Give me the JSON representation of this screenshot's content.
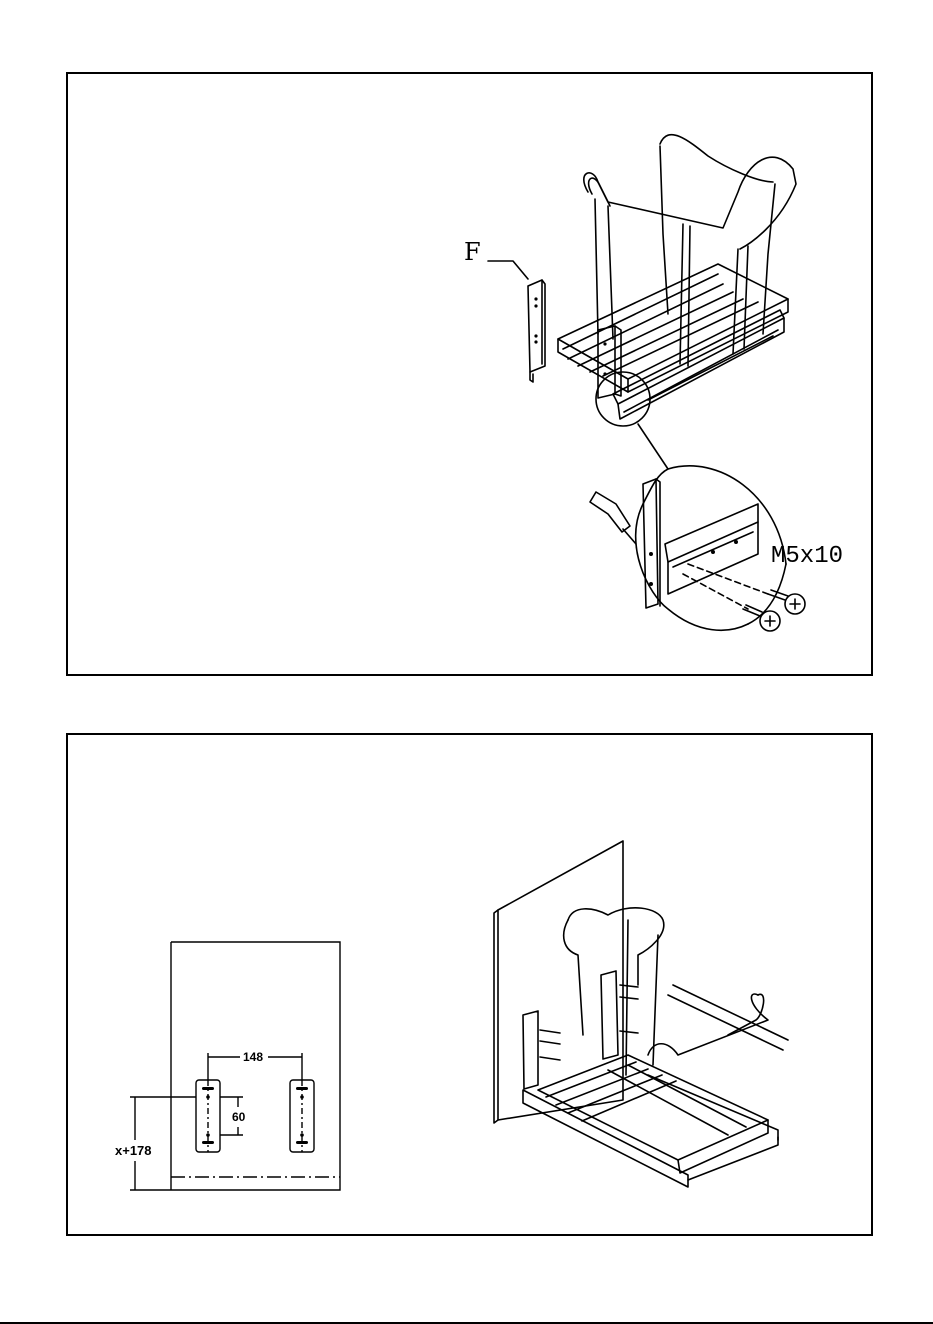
{
  "step1": {
    "part_label": "F",
    "screw_label": "M5x10"
  },
  "step2": {
    "dimension_width": "148",
    "dimension_spacing": "60",
    "dimension_height": "x+178"
  }
}
